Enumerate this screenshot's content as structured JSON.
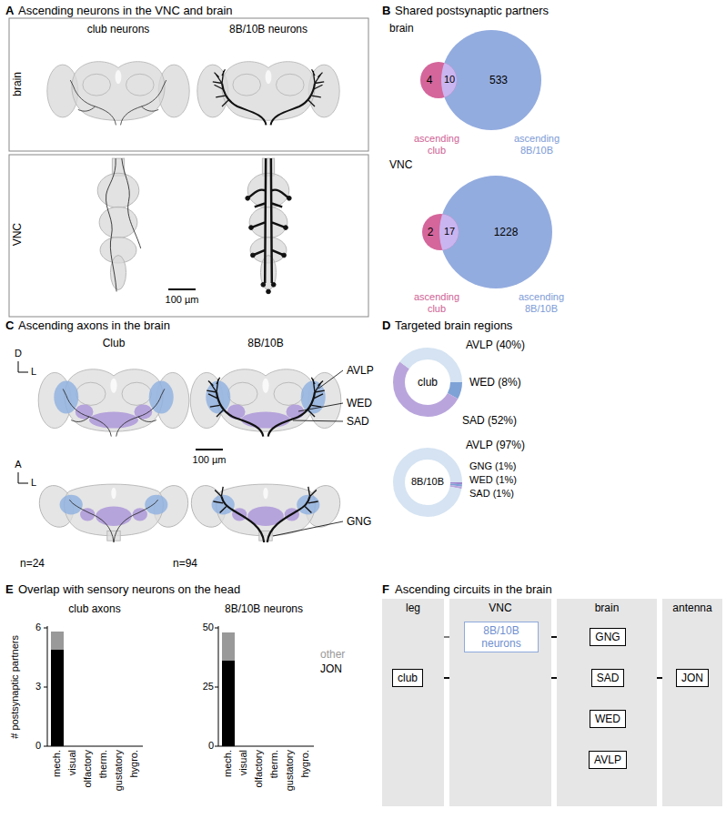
{
  "diagram": {
    "nodes": [
      {
        "text": [
          "leg"
        ]
      },
      {
        "text": [
          "VNC"
        ]
      },
      {
        "text": [
          "brain"
        ]
      },
      {
        "text": [
          "antenna"
        ]
      },
      {
        "text": [
          "8B/10B neurons"
        ],
        "in": 1
      },
      {
        "text": [
          "GNG"
        ],
        "in": 2
      },
      {
        "text": [
          "club"
        ],
        "in": 0
      },
      {
        "text": [
          "SAD"
        ],
        "in": 2
      },
      {
        "text": [
          "JON"
        ],
        "in": 3
      },
      {
        "text": [
          "WED"
        ],
        "in": 2
      },
      {
        "text": [
          "AVLP"
        ],
        "in": 2
      }
    ],
    "edges": [
      {
        "from": 6,
        "to": 4,
        "arrow": "to"
      },
      {
        "from": 6,
        "to": 5,
        "arrow": "to"
      },
      {
        "from": 6,
        "to": 7,
        "arrow": "to"
      },
      {
        "from": 6,
        "to": 9,
        "arrow": "to"
      },
      {
        "from": 6,
        "to": 10,
        "arrow": "to"
      },
      {
        "from": 4,
        "to": 5,
        "arrow": "to"
      },
      {
        "from": 4,
        "to": 7,
        "arrow": "to"
      },
      {
        "from": 4,
        "to": 9,
        "arrow": "to"
      },
      {
        "from": 4,
        "to": 10,
        "arrow": "to"
      },
      {
        "from": 8,
        "to": 5,
        "arrow": "to"
      },
      {
        "from": 8,
        "to": 7,
        "arrow": "to"
      },
      {
        "from": 8,
        "to": 9,
        "arrow": "to"
      },
      {
        "from": 8,
        "to": 10,
        "arrow": "to"
      }
    ],
    "labels": [
      "A",
      "Ascending neurons in the VNC and brain",
      "club neurons",
      "8B/10B neurons",
      "brain",
      "VNC",
      "100 µm",
      "B",
      "Shared postsynaptic partners",
      "brain",
      "4",
      "10",
      "533",
      "ascending club",
      "ascending 8B/10B",
      "VNC",
      "2",
      "17",
      "1228",
      "ascending club",
      "ascending 8B/10B",
      "C",
      "Ascending axons in the brain",
      "D",
      "L",
      "Club",
      "8B/10B",
      "AVLP",
      "WED",
      "SAD",
      "100 µm",
      "A",
      "L",
      "GNG",
      "n=24",
      "n=94",
      "D",
      "Targeted brain regions",
      "AVLP (40%)",
      "club",
      "WED (8%)",
      "SAD (52%)",
      "AVLP (97%)",
      "8B/10B",
      "GNG (1%)",
      "WED (1%)",
      "SAD (1%)",
      "E",
      "Overlap with sensory neurons on the head",
      "club axons",
      "8B/10B neurons",
      "# postsynaptic partners",
      "6",
      "3",
      "0",
      "50",
      "25",
      "0",
      "mech.",
      "visual",
      "olfactory",
      "therm.",
      "gustatory",
      "hygro.",
      "mech.",
      "visual",
      "olfactory",
      "therm.",
      "gustatory",
      "hygro.",
      "F",
      "Ascending circuits in the brain"
    ],
    "legend": [
      {
        "text": "other",
        "color": "#999999"
      },
      {
        "text": "JON",
        "color": "#000000"
      }
    ]
  }
}
